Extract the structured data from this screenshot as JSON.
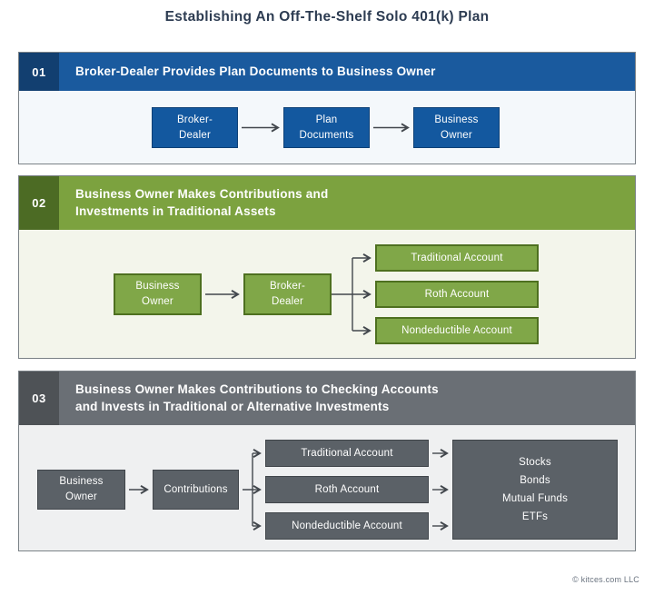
{
  "page": {
    "title": "Establishing An Off-The-Shelf Solo 401(k) Plan",
    "footer": "© kitces.com LLC"
  },
  "theme": {
    "page-bg": "#ffffff",
    "title-color": "#2d3c52",
    "footer-color": "#6b7480",
    "arrow-color": "#42474d",
    "border": "#7a8186"
  },
  "sections": [
    {
      "number": "01",
      "title": "Broker-Dealer Provides Plan Documents to Business Owner",
      "colors": {
        "header-bg": "#1a5a9e",
        "badge-bg": "#123f70",
        "body-bg": "#f4f8fb",
        "node-bg": "#13589f",
        "node-border": "#0d4076"
      },
      "nodes": {
        "broker_dealer": "Broker-\nDealer",
        "plan_documents": "Plan\nDocuments",
        "business_owner": "Business\nOwner"
      }
    },
    {
      "number": "02",
      "title": "Business Owner Makes Contributions and\nInvestments in Traditional Assets",
      "colors": {
        "header-bg": "#7ca23f",
        "badge-bg": "#4c6b24",
        "body-bg": "#f3f5eb",
        "node-bg": "#80a748",
        "node-border": "#4e7020"
      },
      "nodes": {
        "business_owner": "Business\nOwner",
        "broker_dealer": "Broker-\nDealer",
        "traditional_account": "Traditional Account",
        "roth_account": "Roth Account",
        "nondeductible_account": "Nondeductible Account"
      }
    },
    {
      "number": "03",
      "title": "Business Owner Makes Contributions to Checking Accounts\nand Invests in Traditional or Alternative Investments",
      "colors": {
        "header-bg": "#6a6f75",
        "badge-bg": "#4e5256",
        "body-bg": "#eff0f1",
        "node-bg": "#5b6167",
        "node-border": "#41464b"
      },
      "nodes": {
        "business_owner": "Business\nOwner",
        "contributions": "Contributions",
        "traditional_account": "Traditional Account",
        "roth_account": "Roth Account",
        "nondeductible_account": "Nondeductible Account",
        "investments": "Stocks\nBonds\nMutual Funds\nETFs"
      }
    }
  ]
}
